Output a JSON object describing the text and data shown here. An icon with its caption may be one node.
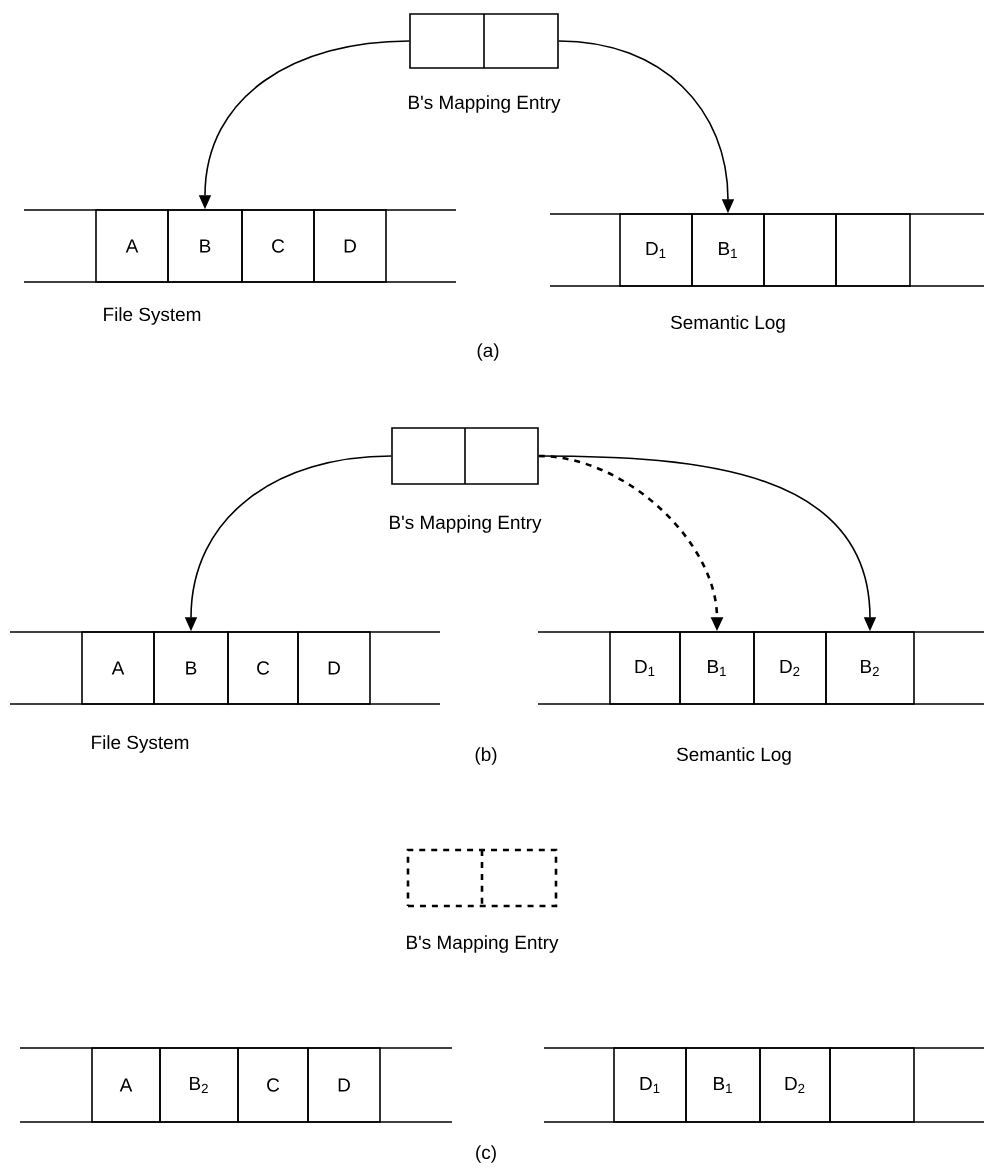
{
  "diagram": {
    "nodes": [
      {
        "text": [
          "B's Mapping Entry"
        ]
      },
      {
        "text": [
          "File System"
        ]
      },
      {
        "text": [
          "A"
        ],
        "in": 1
      },
      {
        "text": [
          "B"
        ],
        "in": 1
      },
      {
        "text": [
          "C"
        ],
        "in": 1
      },
      {
        "text": [
          "D"
        ],
        "in": 1
      },
      {
        "text": [
          "Semantic Log"
        ]
      },
      {
        "text": [
          "D$_{1}$"
        ],
        "in": 6
      },
      {
        "text": [
          "B$_{1}$"
        ],
        "in": 6
      },
      {
        "text": [],
        "shape": "box",
        "in": 6
      },
      {
        "text": [],
        "shape": "box",
        "in": 6
      },
      {
        "text": [
          "B's Mapping Entry"
        ]
      },
      {
        "text": [
          "File System"
        ]
      },
      {
        "text": [
          "A"
        ],
        "in": 12
      },
      {
        "text": [
          "B"
        ],
        "in": 12
      },
      {
        "text": [
          "C"
        ],
        "in": 12
      },
      {
        "text": [
          "D"
        ],
        "in": 12
      },
      {
        "text": [
          "Semantic Log"
        ]
      },
      {
        "text": [
          "D$_{1}$"
        ],
        "in": 17
      },
      {
        "text": [
          "B$_{1}$"
        ],
        "in": 17
      },
      {
        "text": [
          "D$_{2}$"
        ],
        "in": 17
      },
      {
        "text": [
          "B$_{2}$"
        ],
        "in": 17
      },
      {
        "text": [
          "B's Mapping Entry"
        ]
      },
      {
        "text": [],
        "shape": "band"
      },
      {
        "text": [
          "A"
        ],
        "in": 23
      },
      {
        "text": [
          "B$_{2}$"
        ],
        "in": 23
      },
      {
        "text": [
          "C"
        ],
        "in": 23
      },
      {
        "text": [
          "D"
        ],
        "in": 23
      },
      {
        "text": [],
        "shape": "band"
      },
      {
        "text": [
          "D$_{1}$"
        ],
        "in": 28
      },
      {
        "text": [
          "B$_{1}$"
        ],
        "in": 28
      },
      {
        "text": [
          "D$_{2}$"
        ],
        "in": 28
      },
      {
        "text": [],
        "shape": "box",
        "in": 28
      }
    ],
    "edges": [
      {
        "from": 0,
        "to": 3,
        "arrow": "to"
      },
      {
        "from": 0,
        "to": 8,
        "arrow": "to"
      },
      {
        "from": 11,
        "to": 14,
        "arrow": "to"
      },
      {
        "from": 11,
        "to": 19,
        "arrow": "to",
        "style": "dashed"
      },
      {
        "from": 11,
        "to": 21,
        "arrow": "to"
      }
    ],
    "labels": [
      "(a)",
      "(b)",
      "(c)"
    ]
  }
}
